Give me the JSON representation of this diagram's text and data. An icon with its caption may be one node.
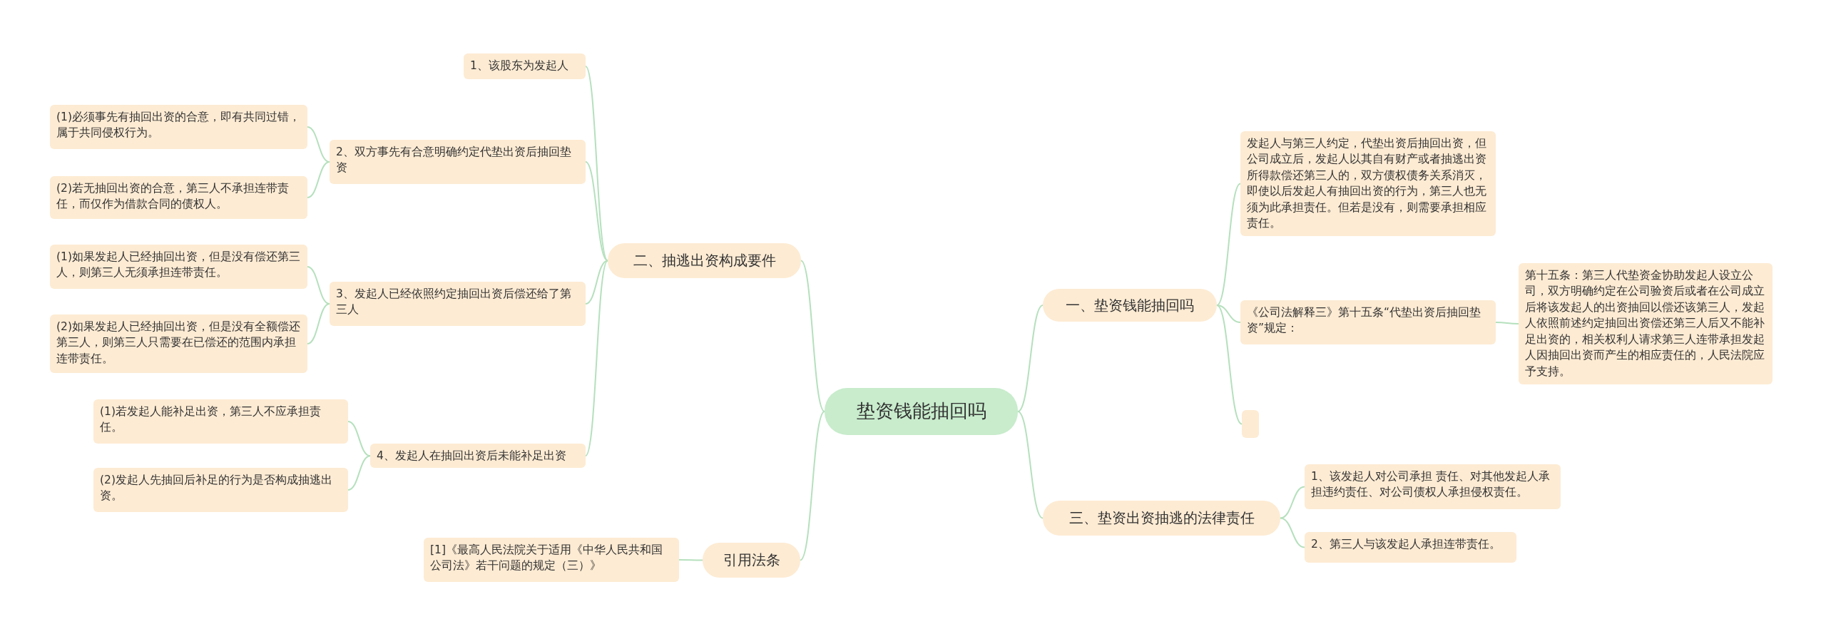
{
  "diagram": {
    "nodes": [
      {
        "text": [
          "垫资钱能抽回吗"
        ]
      },
      {
        "text": [
          "一、垫资钱能抽回吗"
        ]
      },
      {
        "text": [
          "发起人与第三人约定，代垫出资后抽回出资，但公司成立后，发起人以其自有财产或者抽逃出资所得款偿还第三人的，双方债权债务关系消灭，即使以后发起人有抽回出资的行为，第三人也无须为此承担责任。但若是没有，则需要承担相应责任。"
        ]
      },
      {
        "text": [
          "《公司法解释三》第十五条“代垫出资后抽回垫资”规定："
        ]
      },
      {
        "text": [
          "第十五条：第三人代垫资金协助发起人设立公司，双方明确约定在公司验资后或者在公司成立后将该发起人的出资抽回以偿还该第三人，发起人依照前述约定抽回出资偿还第三人后又不能补足出资的，相关权利人请求第三人连带承担发起人因抽回出资而产生的相应责任的，人民法院应予支持。"
        ]
      },
      {
        "text": [],
        "shape": "box"
      },
      {
        "text": [
          "三、垫资出资抽逃的法律责任"
        ]
      },
      {
        "text": [
          "1、该发起人对公司承担 责任、对其他发起人承担违约责任、对公司债权人承担侵权责任。"
        ]
      },
      {
        "text": [
          "2、第三人与该发起人承担连带责任。"
        ]
      },
      {
        "text": [
          "二、抽逃出资构成要件"
        ]
      },
      {
        "text": [
          "1、该股东为发起人"
        ]
      },
      {
        "text": [
          "2、双方事先有合意明确约定代垫出资后抽回垫资"
        ]
      },
      {
        "text": [
          "(1)必须事先有抽回出资的合意，即有共同过错，属于共同侵权行为。"
        ]
      },
      {
        "text": [
          "(2)若无抽回出资的合意，第三人不承担连带责任，而仅作为借款合同的债权人。"
        ]
      },
      {
        "text": [
          "3、发起人已经依照约定抽回出资后偿还给了第三人"
        ]
      },
      {
        "text": [
          "(1)如果发起人已经抽回出资，但是没有偿还第三人，则第三人无须承担连带责任。"
        ]
      },
      {
        "text": [
          "(2)如果发起人已经抽回出资，但是没有全额偿还第三人，则第三人只需要在已偿还的范围内承担连带责任。"
        ]
      },
      {
        "text": [
          "4、发起人在抽回出资后未能补足出资"
        ]
      },
      {
        "text": [
          "(1)若发起人能补足出资，第三人不应承担责任。"
        ]
      },
      {
        "text": [
          "(2)发起人先抽回后补足的行为是否构成抽逃出资。"
        ]
      },
      {
        "text": [
          "引用法条"
        ]
      },
      {
        "text": [
          "[1]《最高人民法院关于适用《中华人民共和国公司法》若干问题的规定（三）》"
        ]
      }
    ],
    "edges": [
      {
        "from": 0,
        "to": 1,
        "arrow": "none"
      },
      {
        "from": 1,
        "to": 2,
        "arrow": "none"
      },
      {
        "from": 1,
        "to": 3,
        "arrow": "none"
      },
      {
        "from": 3,
        "to": 4,
        "arrow": "none"
      },
      {
        "from": 1,
        "to": 5,
        "arrow": "none"
      },
      {
        "from": 0,
        "to": 6,
        "arrow": "none"
      },
      {
        "from": 6,
        "to": 7,
        "arrow": "none"
      },
      {
        "from": 6,
        "to": 8,
        "arrow": "none"
      },
      {
        "from": 0,
        "to": 9,
        "arrow": "none"
      },
      {
        "from": 9,
        "to": 10,
        "arrow": "none"
      },
      {
        "from": 9,
        "to": 11,
        "arrow": "none"
      },
      {
        "from": 11,
        "to": 12,
        "arrow": "none"
      },
      {
        "from": 11,
        "to": 13,
        "arrow": "none"
      },
      {
        "from": 9,
        "to": 14,
        "arrow": "none"
      },
      {
        "from": 14,
        "to": 15,
        "arrow": "none"
      },
      {
        "from": 14,
        "to": 16,
        "arrow": "none"
      },
      {
        "from": 9,
        "to": 17,
        "arrow": "none"
      },
      {
        "from": 17,
        "to": 18,
        "arrow": "none"
      },
      {
        "from": 17,
        "to": 19,
        "arrow": "none"
      },
      {
        "from": 0,
        "to": 20,
        "arrow": "none"
      },
      {
        "from": 20,
        "to": 21,
        "arrow": "none"
      }
    ]
  }
}
